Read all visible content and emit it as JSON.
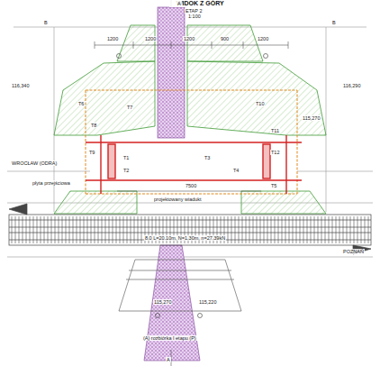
{
  "diagram": {
    "title": "WIDOK Z GÓRY",
    "labels": [
      "ETAP 2",
      "1:100",
      "1200",
      "1200",
      "1200",
      "900",
      "1200",
      "T6",
      "T7",
      "T8",
      "T9",
      "T10",
      "T11",
      "T12",
      "T1",
      "T2",
      "T3",
      "T4",
      "T5",
      "WROCŁAW (ODRA)",
      "POZNAŃ",
      "7500",
      "8.0 L=20.10m, N=1.30m, n=27.39kN",
      "A",
      "A",
      "B",
      "B",
      "116,340",
      "116,290",
      "115,270",
      "115,270",
      "115,220",
      "płyta przejściowa",
      "(A) rozbiórka I etapu (P)",
      "projektowany wiadukt"
    ]
  }
}
